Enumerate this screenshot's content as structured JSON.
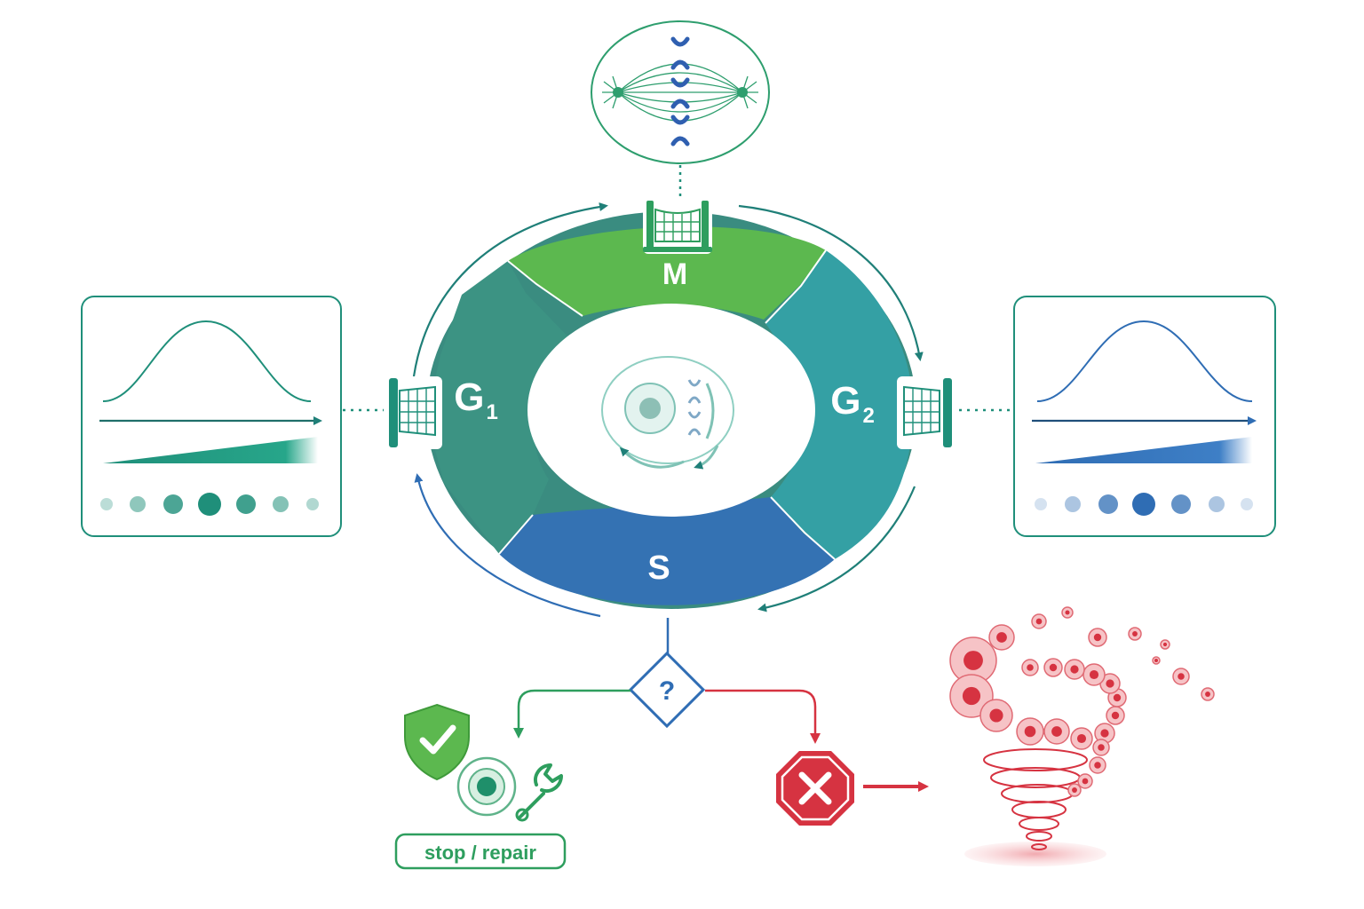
{
  "phases": {
    "m": {
      "label": "M",
      "color": "#5cb84f"
    },
    "g1": {
      "label": "G",
      "sub": "1",
      "color": "#3c9383"
    },
    "g2": {
      "label": "G",
      "sub": "2",
      "color": "#34a0a4"
    },
    "s": {
      "label": "S",
      "color": "#3472b3"
    }
  },
  "decision": {
    "symbol": "?",
    "color": "#2f6db4"
  },
  "outcomes": {
    "repair": {
      "label": "stop / repair",
      "color": "#2e9e5e"
    },
    "failure": {
      "color": "#d63341"
    }
  },
  "colors": {
    "teal": "#1f8f7a",
    "blue": "#2f6db4",
    "green": "#4caf50",
    "red": "#d63341"
  },
  "icons": {
    "checkpoint": "gate-net-icon",
    "mitosis": "spindle-cell-icon",
    "success": "shield-check-icon",
    "repair": "wrench-icon",
    "stop": "stop-x-icon",
    "chaos": "tumor-spiral-icon"
  }
}
